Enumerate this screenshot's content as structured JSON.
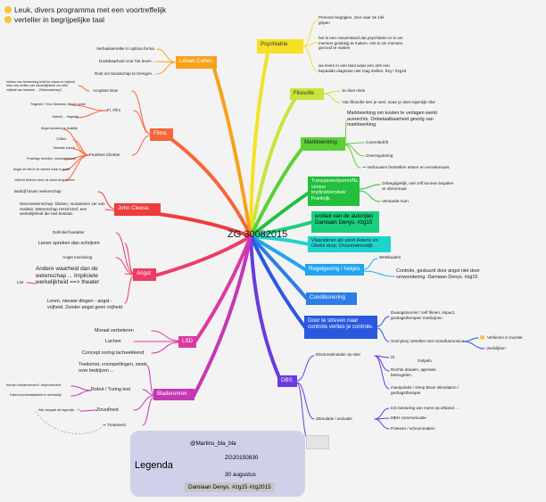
{
  "title_lines": [
    "Leuk, divers programma met een voortreffelijk",
    "verteller in begrijpelijke taal"
  ],
  "central": "ZG 30082015",
  "psychiatrie": {
    "label": "Psychiatrie",
    "notes": [
      "Persoon begrijpen, zien naar de ziel gripen",
      "het is een misverstand dat psychiatrie er is om mensen gelukkig te maken. Het is om mensen gezond te maken",
      "we leven in een land waar een arts een bepaalde diagnose niet mag stellen.  Erg ! #zg15"
    ]
  },
  "filosofie": {
    "label": "Filosofie",
    "notes": [
      "Je doet niets",
      "'Van filosofie leer je veel, maar je doet eigenlijk niks'"
    ]
  },
  "marktwerking": {
    "label": "Marktwerking",
    "notes": [
      "Marktwerking om kosten te verlagen werkt averechts.  Onbetaalbaarheid gevolg van marktwerking.",
      "Controledrift",
      "Overregulering",
      "Verbouwen herstellen artsen en verzekeraars"
    ]
  },
  "transparant": {
    "label": "Transparant/porno/NL versus impliciet/erotiek/ Frankrijk.",
    "notes": [
      "Onbegrijpelijk, niet zelf kunnen bepalen vs abnormaal",
      "Verwarde man."
    ]
  },
  "erotiek": {
    "label": "erotiek van de autorijles Damiaan Denys. #zg15"
  },
  "vlaanderen": {
    "label": "Vlaanderen als soort Asterix en Obelix dorp. Onoverwinnelijk."
  },
  "regelgeving": {
    "label": "Regelgeving / hekjes",
    "notes": [
      "Wetskaders",
      "Controle, gestuurd door angst niet door verwondering. Damiaan Denys. #zg15"
    ]
  },
  "conditionering": {
    "label": "Conditionering"
  },
  "controle": {
    "label": "Door te streven naar controle verlies je controle.",
    "notes": [
      "Dwangstoornis / zelf filmen, impact, gedragstherapie/ medicijnen",
      "Sonnyboy vertellen met mondharmonica",
      "Verliezen in muziek",
      "Veelvlijken"
    ]
  },
  "dbs": {
    "label": "DBS",
    "sub1": "Electrostimulatie op stier",
    "sub1_notes": [
      "IS",
      "Gelpelo",
      "Rechts draaien, agressie beteugelen.",
      "manipulatie / Deep Brain stimulation / gedragstherapie"
    ],
    "sub2": "Stimulatie / activatie",
    "sub2_notes": [
      "IoS besturing van mens op afstand ...",
      "MEH communicatie",
      "Poeteen / schoonmaken"
    ]
  },
  "lenart": {
    "label": "Lenart Cohen",
    "notes": [
      "Verhaalverteller in optima forma",
      "Dankbaarheid voor het leven ...",
      "Rust om boodschap te brengen ..."
    ]
  },
  "films": {
    "label": "Films",
    "notes": [
      "Verlies van beheersing leidt tot chaos en vrijheid mee ook verlies van menselijkheid om zelfs vrijheid van fantasie ... Ziek/zwaar/arg?",
      "Acopitos Now",
      "Fi. Film",
      "Tragedie / Yves Montand, blinde zonde",
      "Vrijheid ... tragedie",
      "Fearless Climber",
      "Angst bewaren is dodelijk",
      "1/2Ben",
      "Mentale kracht",
      "Prachtige beelden, indrukwekkend",
      "Angst zit niet in de wereld maar in jezelf",
      "Vrijheid beleven door de dood uit te lachen"
    ]
  },
  "johncleese": {
    "label": "John Cleese.",
    "notes": [
      "Bedrijf boven wetenschap",
      "Neurowetenschap: klinken, mutationen ver van realiteit. Wetenschap resstrictief, een werkelijkheid die niet bestaat."
    ]
  },
  "angst": {
    "label": "Angst",
    "notes": [
      "Definitief karakter",
      "Liever spreken dan schrijven",
      "Angst monoloog",
      "Andere waarheid dan de wetenschap ... Impliciete werkelijkheid ==> theater",
      "Lier",
      "Leren, nieuwe dingen - angst - vrijheid. Zonder angst geen vrijheid."
    ]
  },
  "lsd": {
    "label": "LSD",
    "notes": [
      "Moraal verbeteren",
      "Lachen",
      "Concept oorlog lachwekkend"
    ]
  },
  "bladerunner": {
    "label": "Bladerunner",
    "notes": [
      "Toekomst, voorspellingen, stoek over bedrijven ...",
      "Robot / Turing test",
      "human enhancement / Improvement",
      "Falen/onvolmaaktheid is menselijk",
      "Zinvolheid",
      "Wie bepaalt dit eigenlijk ...?",
      "Treatment"
    ]
  },
  "legenda": {
    "label": "Legenda",
    "items": [
      "@Martins_bla_bla",
      "ZG20150830",
      "30 augustus",
      "Damiaan Denys. #zg15 #zg2015"
    ]
  },
  "colors": {
    "psychiatrie": "#f5e125",
    "filosofie": "#cbe33a",
    "marktwerking": "#5bd032",
    "transparant": "#22c03d",
    "erotiek": "#19cf7d",
    "vlaanderen": "#1fd3cd",
    "regelgeving": "#20a5f0",
    "conditionering": "#2c7de6",
    "controle": "#2a59e0",
    "dbs": "#6a3be0",
    "lenart": "#f7a11b",
    "films": "#f6663a",
    "johncleese": "#ee3c3c",
    "angst": "#ed3d67",
    "lsd": "#dc3aa0",
    "bladerunner": "#c637b5"
  }
}
